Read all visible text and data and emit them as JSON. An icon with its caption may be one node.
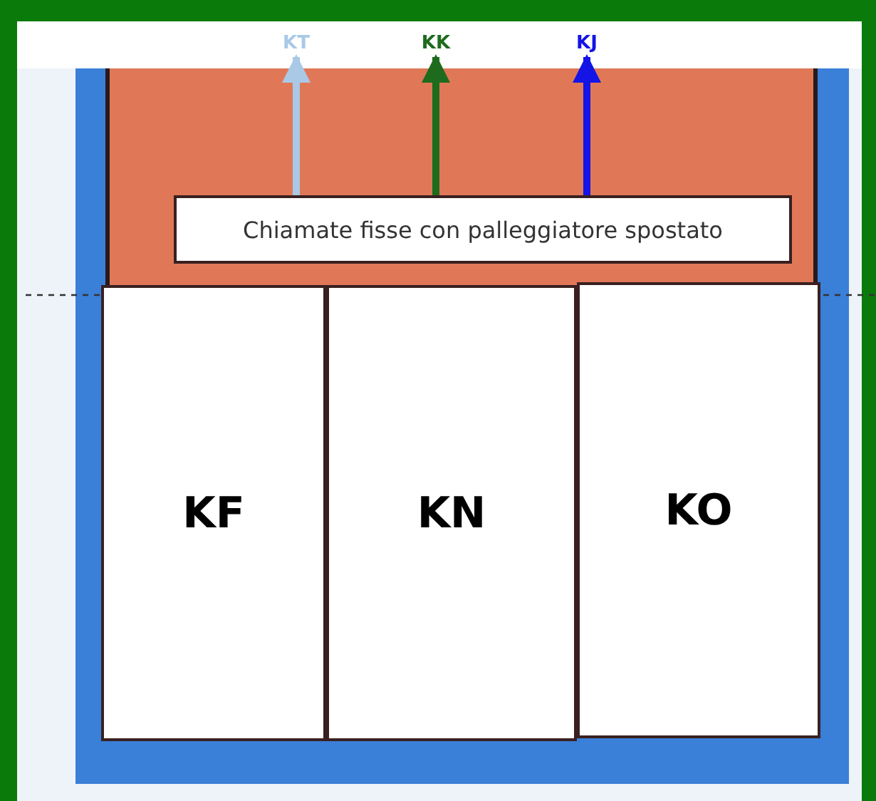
{
  "diagram": {
    "nodes": [
      {
        "text": [
          "KT"
        ]
      },
      {
        "text": [
          "KK"
        ]
      },
      {
        "text": [
          "KJ"
        ]
      },
      {
        "text": [
          "Chiamate fisse con palleggiatore spostato"
        ]
      },
      {
        "text": [
          "KF"
        ]
      },
      {
        "text": [
          "KN"
        ]
      },
      {
        "text": [
          "KO"
        ]
      }
    ],
    "edges": [
      {
        "from": 3,
        "to": 0,
        "arrow": "to",
        "color": "#a9c9e6"
      },
      {
        "from": 3,
        "to": 1,
        "arrow": "to",
        "color": "#1e6b1e"
      },
      {
        "from": 3,
        "to": 2,
        "arrow": "to",
        "color": "#1414e6"
      }
    ]
  }
}
